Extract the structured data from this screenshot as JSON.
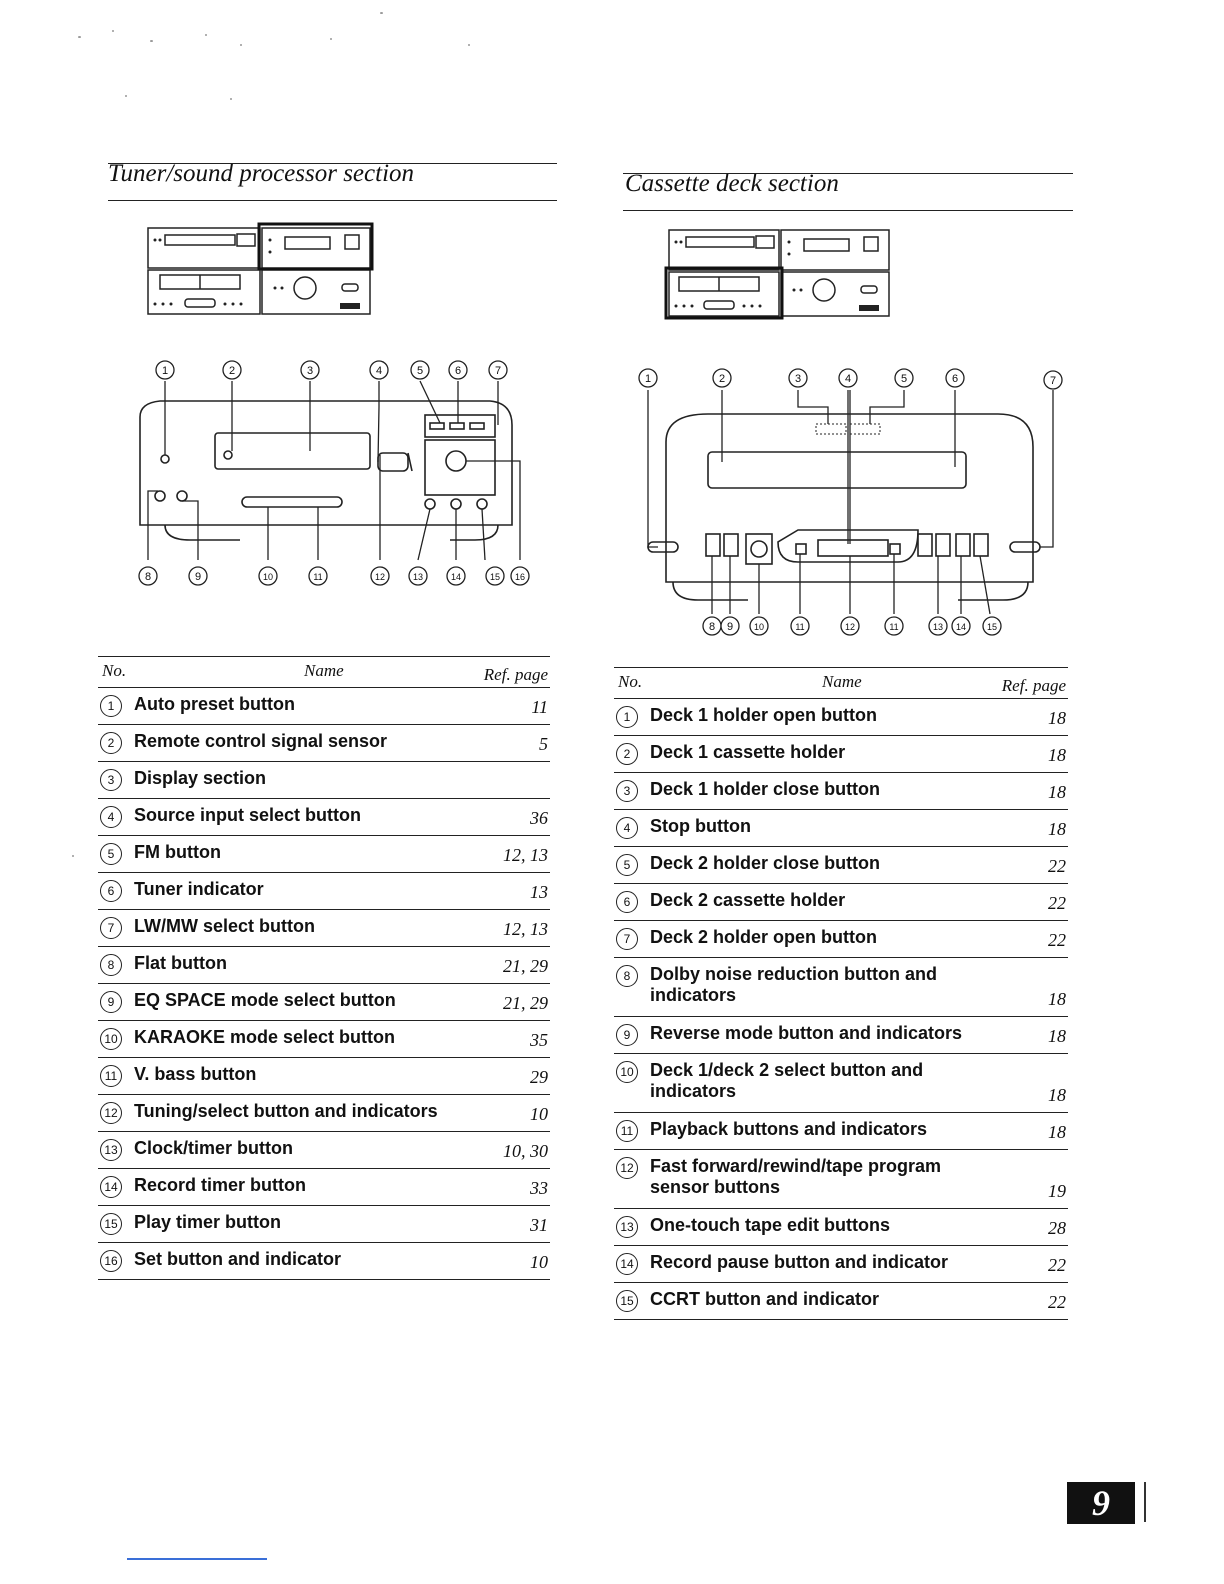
{
  "left_section": {
    "title": "Tuner/sound processor section",
    "callouts_top": [
      "1",
      "2",
      "3",
      "4",
      "5",
      "6",
      "7"
    ],
    "callouts_bottom": [
      "8",
      "9",
      "10",
      "11",
      "12",
      "13",
      "14",
      "15",
      "16"
    ],
    "table": {
      "col_no": "No.",
      "col_name": "Name",
      "col_ref": "Ref. page",
      "rows": [
        {
          "num": "1",
          "name": "Auto preset button",
          "ref": "11"
        },
        {
          "num": "2",
          "name": "Remote control signal sensor",
          "ref": "5"
        },
        {
          "num": "3",
          "name": "Display section",
          "ref": ""
        },
        {
          "num": "4",
          "name": "Source input select button",
          "ref": "36"
        },
        {
          "num": "5",
          "name": "FM button",
          "ref": "12, 13"
        },
        {
          "num": "6",
          "name": "Tuner indicator",
          "ref": "13"
        },
        {
          "num": "7",
          "name": "LW/MW select button",
          "ref": "12, 13"
        },
        {
          "num": "8",
          "name": "Flat button",
          "ref": "21, 29"
        },
        {
          "num": "9",
          "name": "EQ SPACE mode select button",
          "ref": "21, 29"
        },
        {
          "num": "10",
          "name": "KARAOKE mode select button",
          "ref": "35"
        },
        {
          "num": "11",
          "name": "V. bass button",
          "ref": "29"
        },
        {
          "num": "12",
          "name": "Tuning/select button and indicators",
          "ref": "10"
        },
        {
          "num": "13",
          "name": "Clock/timer button",
          "ref": "10, 30"
        },
        {
          "num": "14",
          "name": "Record timer button",
          "ref": "33"
        },
        {
          "num": "15",
          "name": "Play timer button",
          "ref": "31"
        },
        {
          "num": "16",
          "name": "Set button and indicator",
          "ref": "10"
        }
      ]
    }
  },
  "right_section": {
    "title": "Cassette deck section",
    "callouts_top": [
      "1",
      "2",
      "3",
      "4",
      "5",
      "6",
      "7"
    ],
    "callouts_bottom": [
      "8",
      "9",
      "10",
      "11",
      "12",
      "11",
      "13",
      "14",
      "15"
    ],
    "table": {
      "col_no": "No.",
      "col_name": "Name",
      "col_ref": "Ref. page",
      "rows": [
        {
          "num": "1",
          "name": "Deck 1 holder open button",
          "ref": "18"
        },
        {
          "num": "2",
          "name": "Deck 1 cassette holder",
          "ref": "18"
        },
        {
          "num": "3",
          "name": "Deck 1 holder close button",
          "ref": "18"
        },
        {
          "num": "4",
          "name": "Stop button",
          "ref": "18"
        },
        {
          "num": "5",
          "name": "Deck 2 holder close button",
          "ref": "22"
        },
        {
          "num": "6",
          "name": "Deck 2 cassette holder",
          "ref": "22"
        },
        {
          "num": "7",
          "name": "Deck 2 holder open button",
          "ref": "22"
        },
        {
          "num": "8",
          "name": "Dolby noise reduction button and\nindicators",
          "ref": "18"
        },
        {
          "num": "9",
          "name": "Reverse mode button and indicators",
          "ref": "18"
        },
        {
          "num": "10",
          "name": "Deck 1/deck 2 select button and\nindicators",
          "ref": "18"
        },
        {
          "num": "11",
          "name": "Playback buttons and indicators",
          "ref": "18"
        },
        {
          "num": "12",
          "name": "Fast forward/rewind/tape program\nsensor buttons",
          "ref": "19"
        },
        {
          "num": "13",
          "name": "One-touch tape edit buttons",
          "ref": "28"
        },
        {
          "num": "14",
          "name": "Record pause button and indicator",
          "ref": "22"
        },
        {
          "num": "15",
          "name": "CCRT button and indicator",
          "ref": "22"
        }
      ]
    }
  },
  "page_number": "9"
}
